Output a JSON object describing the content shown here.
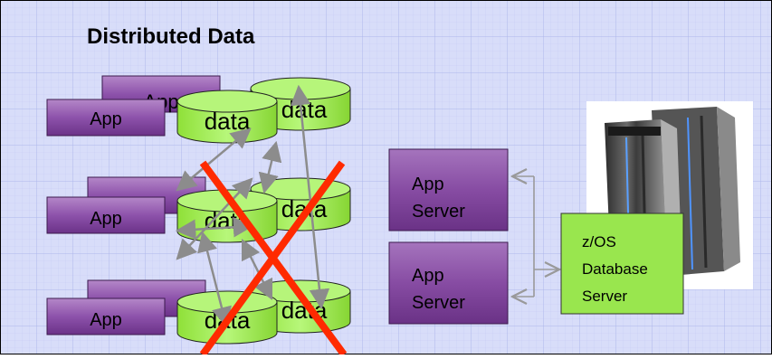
{
  "title": "Distributed Data",
  "app_label": "App",
  "data_label": "data",
  "app_server_line1": "App",
  "app_server_line2": "Server",
  "db_server_lines": [
    "z/OS",
    "Database",
    "Server"
  ],
  "colors": {
    "grid_bg": "#d7dcf9",
    "grid_line": "#b9c0ee",
    "app_purple": "#8a4fa6",
    "server_purple": "#7a3f8f",
    "data_green": "#a7f25c",
    "data_green_dark": "#7fd12e",
    "db_server_green": "#99e64e",
    "cross_red": "#ff2a00",
    "arrow_gray": "#8c8c8c"
  },
  "icons": [
    "mainframe-server-icon",
    "red-x-icon"
  ]
}
